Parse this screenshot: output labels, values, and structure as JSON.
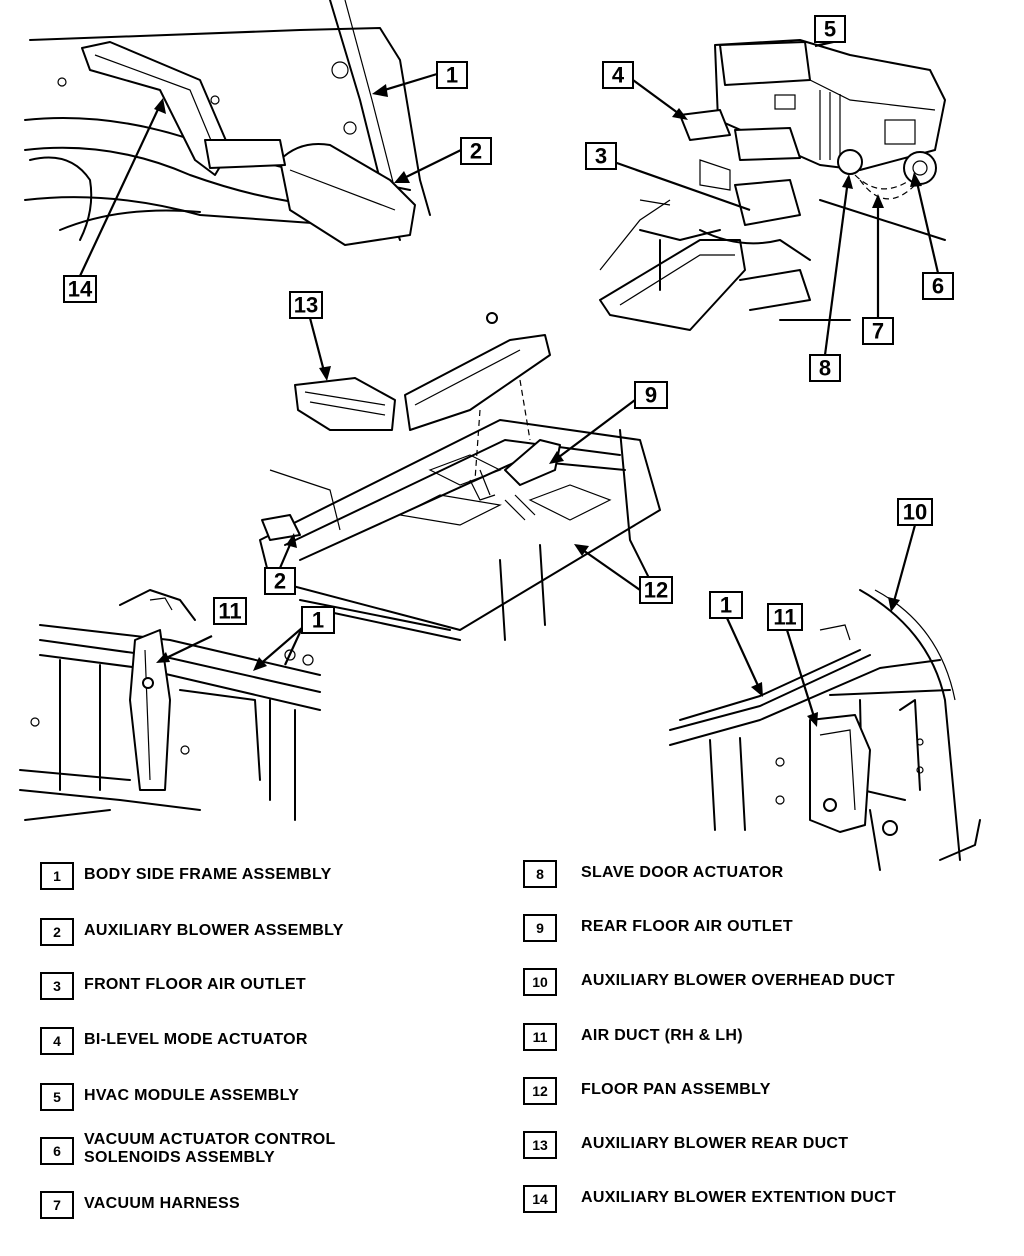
{
  "legend": [
    {
      "num": "1",
      "label": "BODY SIDE FRAME ASSEMBLY"
    },
    {
      "num": "2",
      "label": "AUXILIARY BLOWER ASSEMBLY"
    },
    {
      "num": "3",
      "label": "FRONT FLOOR AIR OUTLET"
    },
    {
      "num": "4",
      "label": "BI-LEVEL MODE ACTUATOR"
    },
    {
      "num": "5",
      "label": "HVAC MODULE ASSEMBLY"
    },
    {
      "num": "6",
      "label": "VACUUM ACTUATOR CONTROL\nSOLENOIDS ASSEMBLY"
    },
    {
      "num": "7",
      "label": "VACUUM HARNESS"
    },
    {
      "num": "8",
      "label": "SLAVE DOOR ACTUATOR"
    },
    {
      "num": "9",
      "label": "REAR FLOOR AIR OUTLET"
    },
    {
      "num": "10",
      "label": "AUXILIARY BLOWER OVERHEAD DUCT"
    },
    {
      "num": "11",
      "label": "AIR DUCT (RH & LH)"
    },
    {
      "num": "12",
      "label": "FLOOR PAN ASSEMBLY"
    },
    {
      "num": "13",
      "label": "AUXILIARY BLOWER REAR DUCT"
    },
    {
      "num": "14",
      "label": "AUXILIARY BLOWER EXTENTION DUCT"
    }
  ],
  "callouts": {
    "tl_1": "1",
    "tl_2": "2",
    "tl_14": "14",
    "tr_5": "5",
    "tr_4": "4",
    "tr_3": "3",
    "tr_6": "6",
    "tr_7": "7",
    "tr_8": "8",
    "c_13": "13",
    "c_9": "9",
    "c_2": "2",
    "c_12": "12",
    "bl_11": "11",
    "bl_1": "1",
    "br_10": "10",
    "br_1": "1",
    "br_11": "11"
  }
}
